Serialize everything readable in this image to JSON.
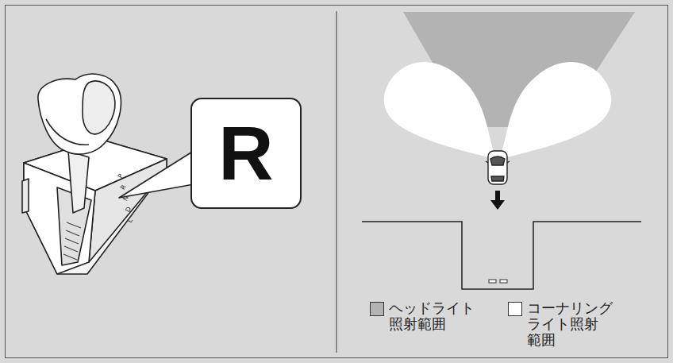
{
  "diagram": {
    "nodes": [
      {
        "text": [
          "R"
        ]
      }
    ],
    "labels": [
      "P",
      "R",
      "N",
      "D",
      "L"
    ],
    "legend": [
      {
        "text": "ヘッドライト 照射範囲",
        "color": "#b3b3b3"
      },
      {
        "text": "コーナリング ライト照射 範囲",
        "color": "#ffffff"
      }
    ]
  }
}
